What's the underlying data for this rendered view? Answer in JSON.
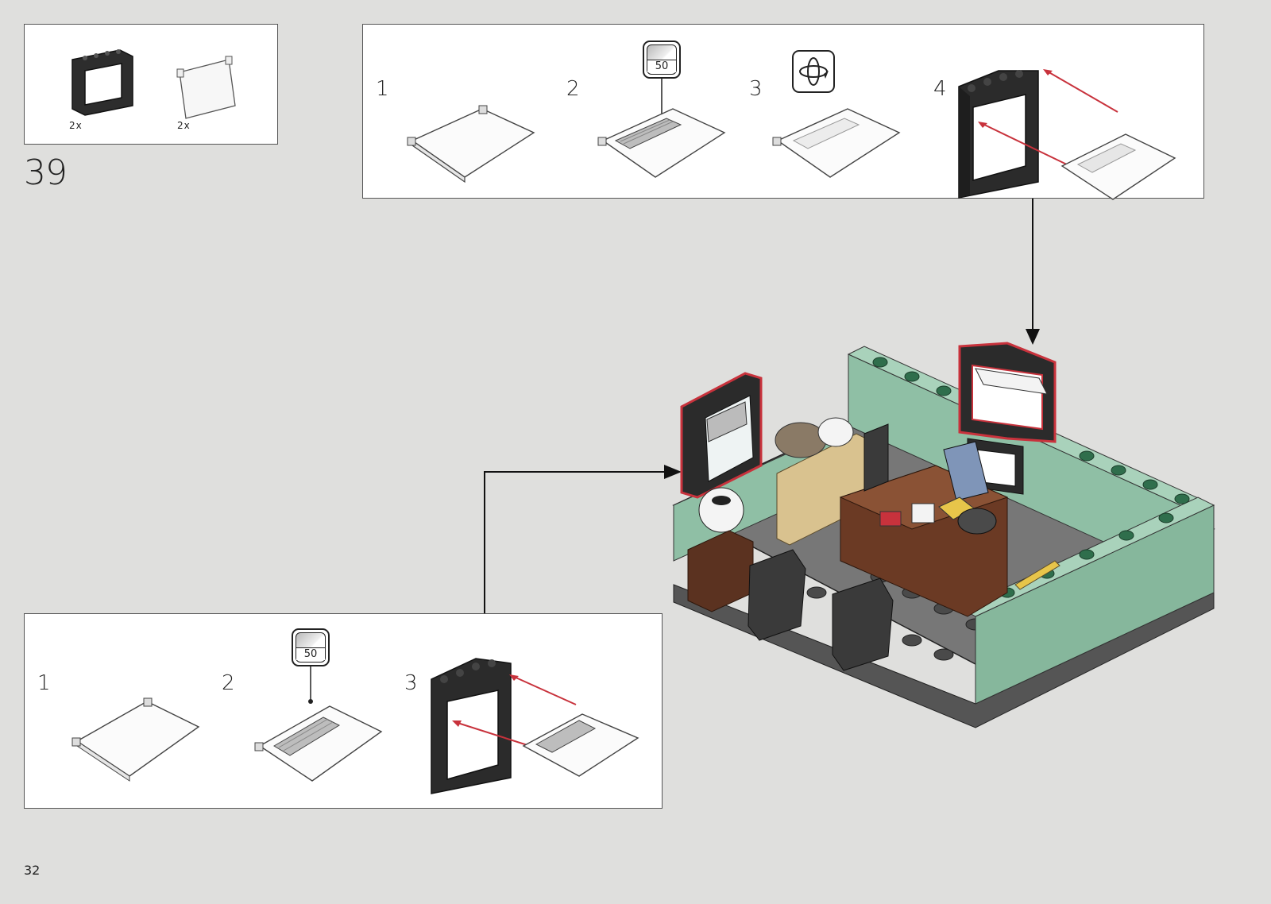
{
  "page": {
    "page_number": "32",
    "step_number": "39"
  },
  "parts_list": {
    "items": [
      {
        "name": "black window frame",
        "icon": "window-frame-icon",
        "count": "2x"
      },
      {
        "name": "transparent window pane",
        "icon": "window-pane-icon",
        "count": "2x"
      }
    ]
  },
  "top_substeps": {
    "steps": [
      {
        "label": "1"
      },
      {
        "label": "2",
        "sticker": "50"
      },
      {
        "label": "3",
        "icon": "rotate-icon"
      },
      {
        "label": "4"
      }
    ]
  },
  "bottom_substeps": {
    "steps": [
      {
        "label": "1"
      },
      {
        "label": "2",
        "sticker": "50"
      },
      {
        "label": "3"
      }
    ]
  },
  "colors": {
    "background": "#dfdfdd",
    "callout_arrow": "#c8323c",
    "baseplate": "#555555",
    "wall_green": "#8fbfa5",
    "frame_black": "#2b2b2b"
  }
}
